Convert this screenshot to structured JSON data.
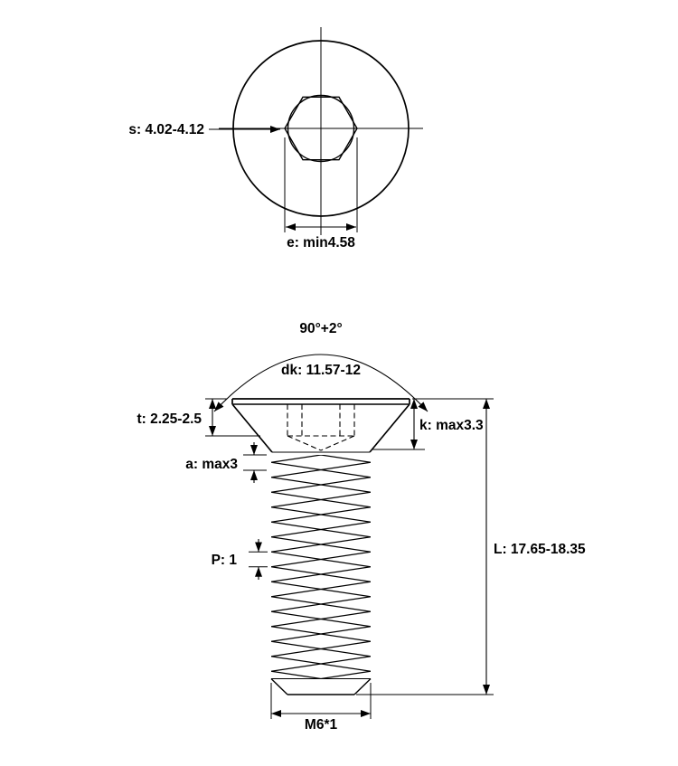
{
  "top_view": {
    "s_label": "s: 4.02-4.12",
    "e_label": "e: min4.58"
  },
  "side_view": {
    "angle_label": "90°+2°",
    "dk_label": "dk: 11.57-12",
    "t_label": "t: 2.25-2.5",
    "k_label": "k: max3.3",
    "a_label": "a: max3",
    "p_label": "P: 1",
    "l_label": "L: 17.65-18.35",
    "thread_label": "M6*1"
  },
  "colors": {
    "line": "#000000",
    "background": "#ffffff"
  }
}
